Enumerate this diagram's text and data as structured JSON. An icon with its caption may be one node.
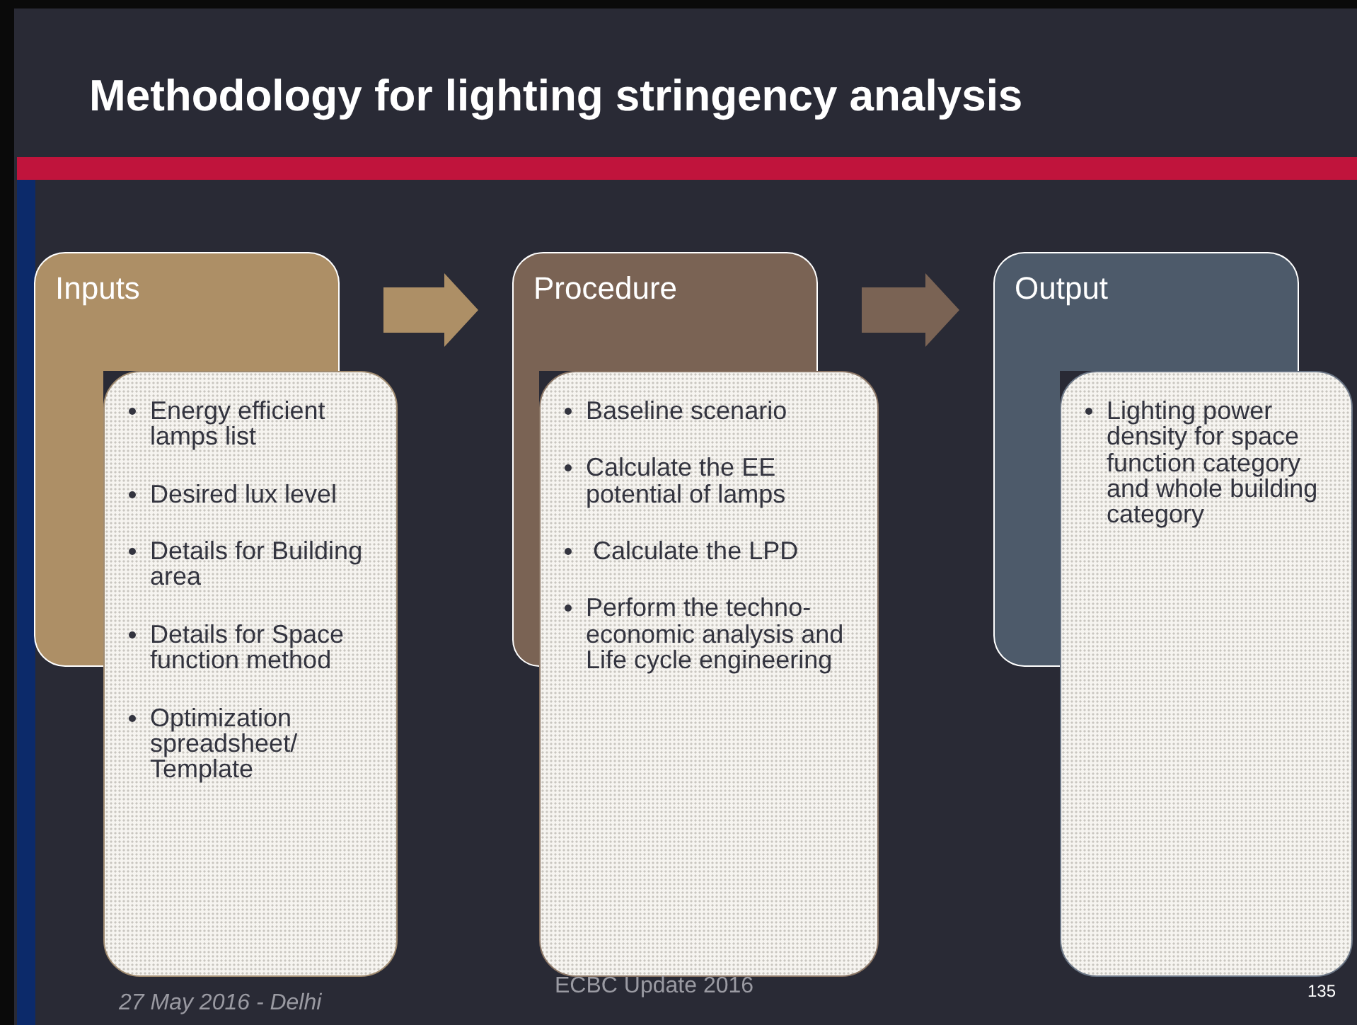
{
  "diagram": {
    "title": "Methodology for lighting stringency analysis",
    "nodes": [
      {
        "text": [
          "Inputs"
        ]
      },
      {
        "text": [
          "Energy efficient lamps list",
          "Desired lux level",
          "Details for Building area",
          "Details for Space function method",
          "Optimization spreadsheet/ Template"
        ]
      },
      {
        "text": [
          "Procedure"
        ]
      },
      {
        "text": [
          "Baseline scenario",
          "Calculate the EE potential of lamps",
          " Calculate the LPD",
          "Perform the techno-economic analysis and Life cycle engineering"
        ]
      },
      {
        "text": [
          "Output"
        ]
      },
      {
        "text": [
          "Lighting power density for space function category and whole building category"
        ]
      }
    ],
    "edges": [
      {
        "from": 0,
        "to": 2,
        "arrow": "to",
        "style": "thick",
        "color": "#ad8f66"
      },
      {
        "from": 2,
        "to": 4,
        "arrow": "to",
        "style": "thick",
        "color": "#7a6354"
      }
    ],
    "labels": [
      "27 May 2016 - Delhi",
      "ECBC Update 2016",
      "135"
    ]
  }
}
